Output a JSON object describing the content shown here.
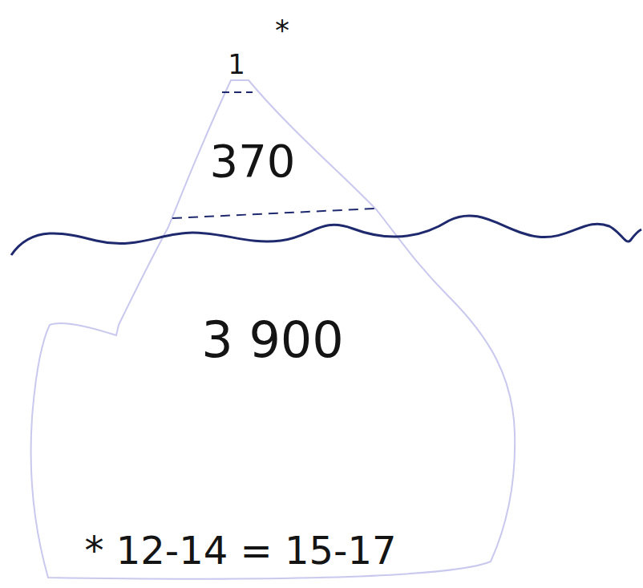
{
  "diagram": {
    "labels": [
      "1",
      "*",
      "370",
      "3 900",
      "* 12-14 = 15-17"
    ]
  }
}
